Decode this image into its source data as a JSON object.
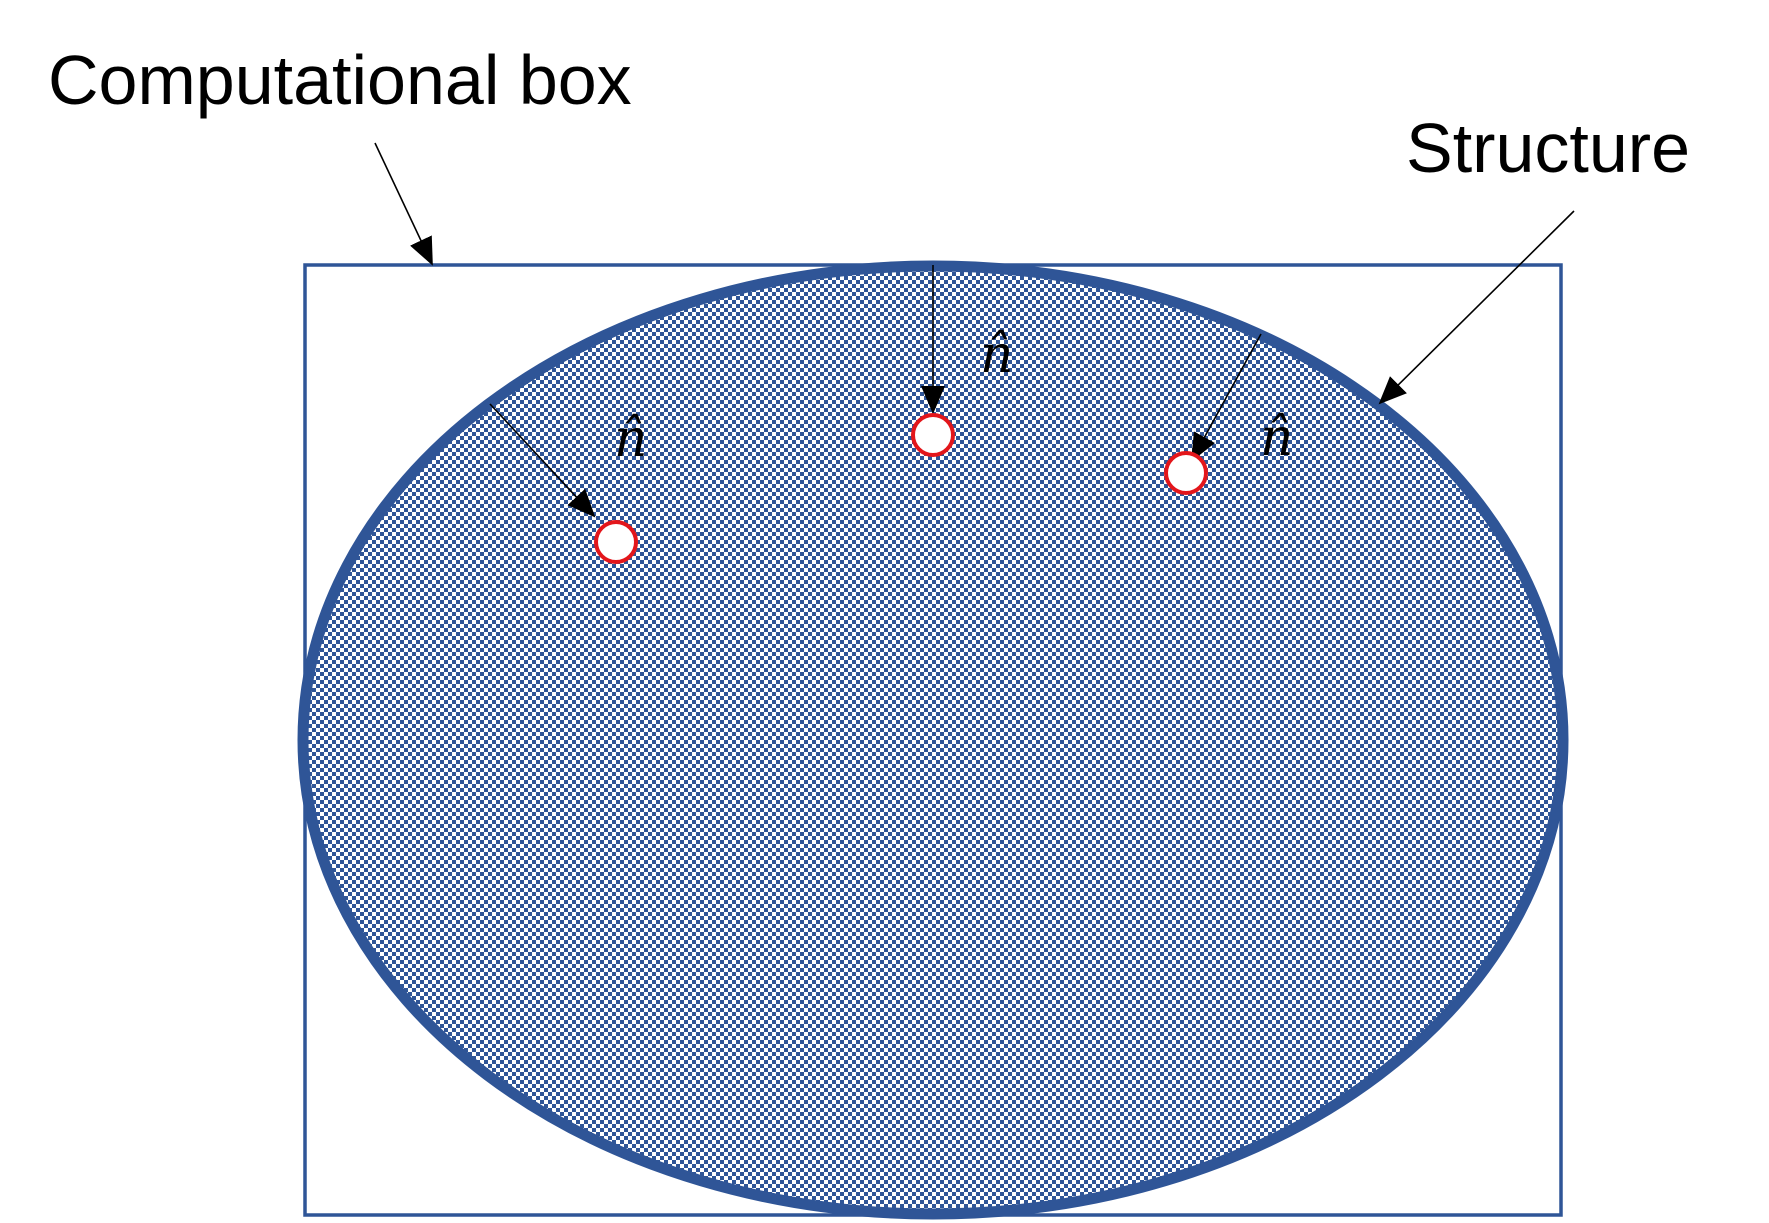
{
  "labels": {
    "computational_box": "Computational box",
    "structure": "Structure"
  },
  "normals": [
    {
      "symbol": "n̂"
    },
    {
      "symbol": "n̂"
    },
    {
      "symbol": "n̂"
    }
  ],
  "colors": {
    "box_stroke": "#2F5597",
    "ellipse_stroke": "#2F5597",
    "pattern_dot": "#2F5597",
    "marker_circle": "#E3161B",
    "arrow": "#000000"
  }
}
